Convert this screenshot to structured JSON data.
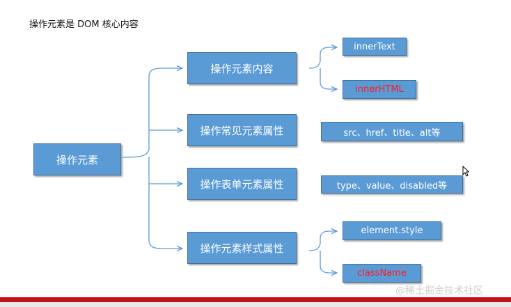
{
  "title": "操作元素是 DOM 核心内容",
  "root": {
    "label": "操作元素"
  },
  "branches": [
    {
      "label": "操作元素内容",
      "items": [
        {
          "label": "innerText",
          "color": "#ffffff"
        },
        {
          "label": "innerHTML",
          "color": "#ff1a1a"
        }
      ]
    },
    {
      "label": "操作常见元素属性",
      "items": [
        {
          "label": "src、href、title、alt等",
          "color": "#ffffff"
        }
      ]
    },
    {
      "label": "操作表单元素属性",
      "items": [
        {
          "label": "type、value、disabled等",
          "color": "#ffffff"
        }
      ]
    },
    {
      "label": "操作元素样式属性",
      "items": [
        {
          "label": "element.style",
          "color": "#ffffff"
        },
        {
          "label": "className",
          "color": "#ff1a1a"
        }
      ]
    }
  ],
  "watermark": "@稀土掘金技术社区",
  "colors": {
    "box_fill": "#5b9bd5",
    "box_border": "#41719c",
    "accent_red": "#ff1a1a",
    "bar_red": "#c0141a"
  },
  "icons": {
    "cursor": "mouse-pointer-icon"
  }
}
